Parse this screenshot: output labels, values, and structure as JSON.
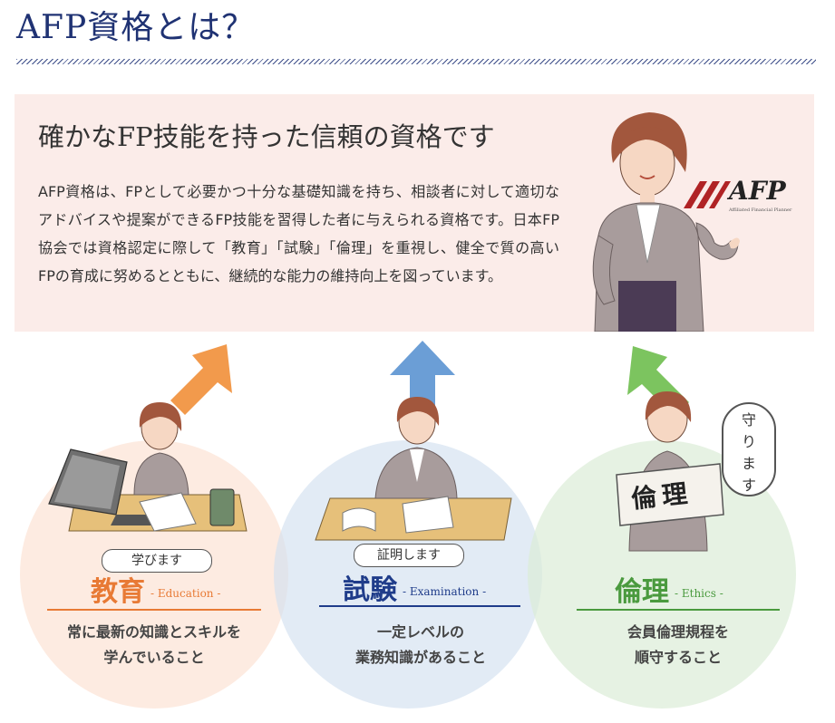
{
  "page": {
    "title": "AFP資格とは？"
  },
  "hero": {
    "heading": "確かなFP技能を持った信頼の資格です",
    "body": "AFP資格は、FPとして必要かつ十分な基礎知識を持ち、相談者に対して適切なアドバイスや提案ができるFP技能を習得した者に与えられる資格です。日本FP協会では資格認定に際して「教育」「試験」「倫理」を重視し、健全で質の高いFPの育成に努めるとともに、継続的な能力の維持向上を図っています。",
    "logo_text": "AFP",
    "logo_subtext": "Affiliated Financial Planner"
  },
  "pillars": [
    {
      "tag": "学びます",
      "title": "教育",
      "subtitle": "- Education -",
      "desc_line1": "常に最新の知識とスキルを",
      "desc_line2": "学んでいること",
      "color": "#e87a35",
      "arrow_color": "#f29a4c"
    },
    {
      "tag": "証明します",
      "title": "試験",
      "subtitle": "- Examination -",
      "desc_line1": "一定レベルの",
      "desc_line2": "業務知識があること",
      "color": "#1f3c8a",
      "arrow_color": "#6b9ed6"
    },
    {
      "tag": "",
      "title": "倫理",
      "subtitle": "- Ethics -",
      "desc_line1": "会員倫理規程を",
      "desc_line2": "順守すること",
      "color": "#4a9a3e",
      "arrow_color": "#7cc45f"
    }
  ],
  "ethics_sign": "倫理",
  "speech_bubble": [
    "守",
    "り",
    "ま",
    "す"
  ]
}
